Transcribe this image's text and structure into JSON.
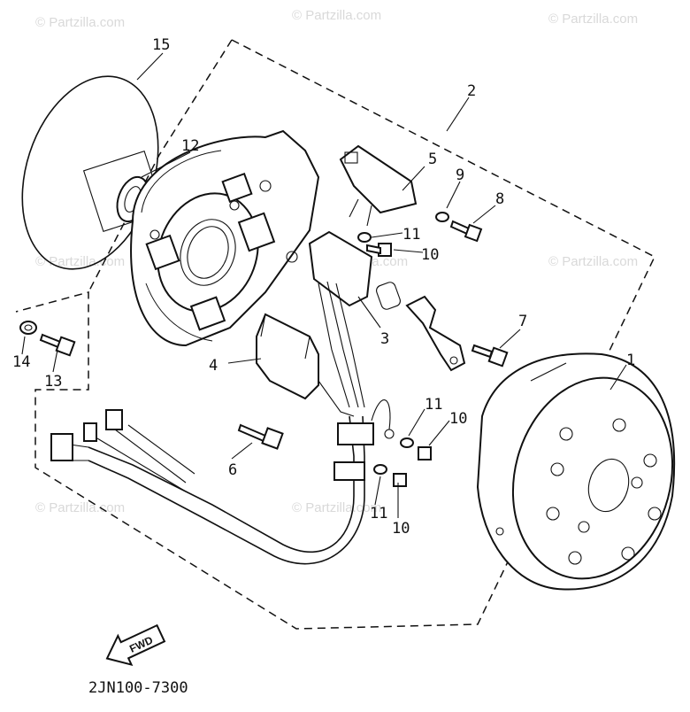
{
  "diagram_code": "2JN100-7300",
  "fwd_label": "FWD",
  "watermark": "© Partzilla.com",
  "callouts": [
    {
      "id": "1",
      "label": "1"
    },
    {
      "id": "2",
      "label": "2"
    },
    {
      "id": "3",
      "label": "3"
    },
    {
      "id": "4",
      "label": "4"
    },
    {
      "id": "5",
      "label": "5"
    },
    {
      "id": "6",
      "label": "6"
    },
    {
      "id": "7",
      "label": "7"
    },
    {
      "id": "8",
      "label": "8"
    },
    {
      "id": "9",
      "label": "9"
    },
    {
      "id": "10a",
      "label": "10"
    },
    {
      "id": "10b",
      "label": "10"
    },
    {
      "id": "10c",
      "label": "10"
    },
    {
      "id": "11a",
      "label": "11"
    },
    {
      "id": "11b",
      "label": "11"
    },
    {
      "id": "11c",
      "label": "11"
    },
    {
      "id": "12",
      "label": "12"
    },
    {
      "id": "13",
      "label": "13"
    },
    {
      "id": "14",
      "label": "14"
    },
    {
      "id": "15",
      "label": "15"
    }
  ]
}
